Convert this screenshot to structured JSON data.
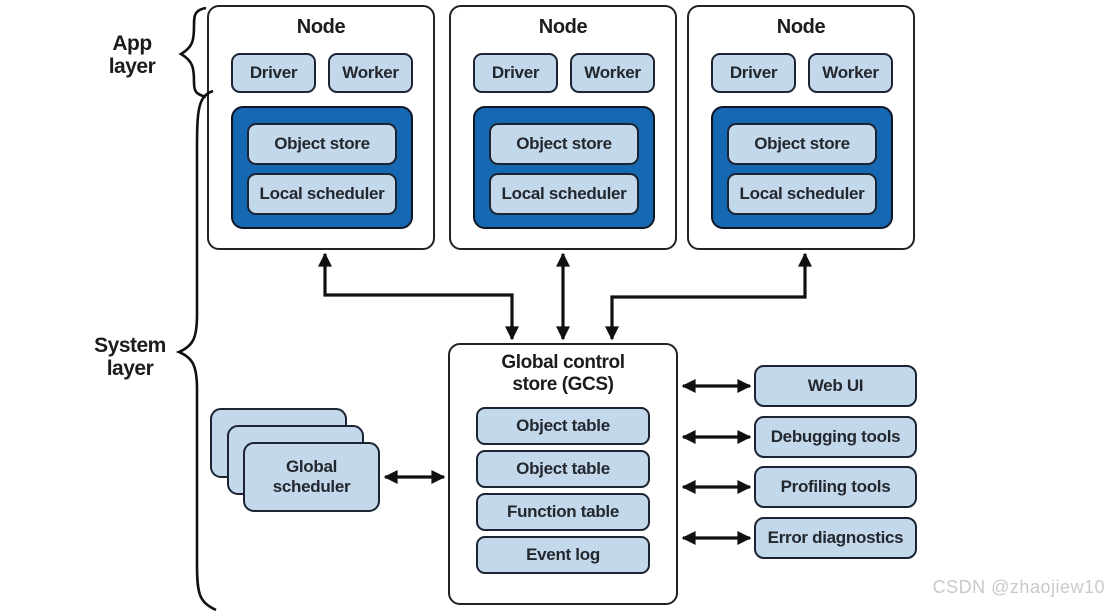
{
  "layers": {
    "app": {
      "label": "App\nlayer"
    },
    "system": {
      "label": "System\nlayer"
    }
  },
  "nodes": [
    {
      "title": "Node",
      "driver": "Driver",
      "worker": "Worker",
      "object_store": "Object store",
      "local_scheduler": "Local scheduler"
    },
    {
      "title": "Node",
      "driver": "Driver",
      "worker": "Worker",
      "object_store": "Object store",
      "local_scheduler": "Local scheduler"
    },
    {
      "title": "Node",
      "driver": "Driver",
      "worker": "Worker",
      "object_store": "Object store",
      "local_scheduler": "Local scheduler"
    }
  ],
  "gcs": {
    "title": "Global control\nstore (GCS)",
    "tables": [
      "Object table",
      "Object table",
      "Function table",
      "Event log"
    ]
  },
  "global_scheduler": {
    "label": "Global\nscheduler"
  },
  "tools": [
    "Web UI",
    "Debugging tools",
    "Profiling tools",
    "Error diagnostics"
  ],
  "watermark": "CSDN @zhaojiew10",
  "colors": {
    "light_blue": "#c3d8ea",
    "dark_blue": "#1568b1",
    "line": "#111111"
  }
}
